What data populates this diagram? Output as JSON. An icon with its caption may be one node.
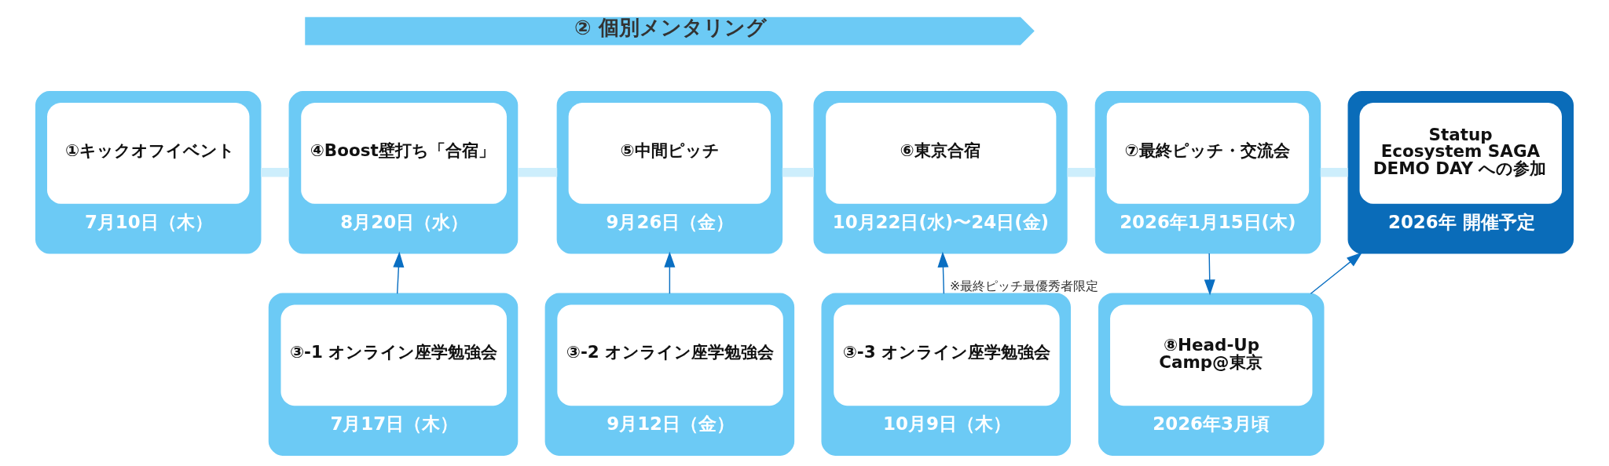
{
  "diagram": {
    "nodes": [
      {
        "text": [
          "② 個別メンタリング"
        ]
      },
      {
        "text": [
          "①キックオフイベント",
          "7月10日（木）"
        ]
      },
      {
        "text": [
          "④Boost壁打ち「合宿」",
          "8月20日（水）"
        ]
      },
      {
        "text": [
          "⑤中間ピッチ",
          "9月26日（金）"
        ]
      },
      {
        "text": [
          "⑥東京合宿",
          "10月22日(水)〜24日(金)"
        ]
      },
      {
        "text": [
          "⑦最終ピッチ・交流会",
          "2026年1月15日(木)"
        ]
      },
      {
        "text": [
          "Statup Ecosystem SAGA DEMO DAY への参加",
          "2026年 開催予定"
        ]
      },
      {
        "text": [
          "③-1 オンライン座学勉強会",
          "7月17日（木）"
        ]
      },
      {
        "text": [
          "③-2 オンライン座学勉強会",
          "9月12日（金）"
        ]
      },
      {
        "text": [
          "③-3 オンライン座学勉強会",
          "10月9日（木）"
        ]
      },
      {
        "text": [
          "⑧Head-Up Camp@東京",
          "2026年3月頃"
        ],
        "beside": [
          "※最終ピッチ最優秀者限定"
        ]
      }
    ],
    "edges": [
      {
        "from": 1,
        "to": 2,
        "arrow": "none",
        "style": "thick",
        "color": "#cdeefc"
      },
      {
        "from": 2,
        "to": 3,
        "arrow": "none",
        "style": "thick",
        "color": "#cdeefc"
      },
      {
        "from": 3,
        "to": 4,
        "arrow": "none",
        "style": "thick",
        "color": "#cdeefc"
      },
      {
        "from": 4,
        "to": 5,
        "arrow": "none",
        "style": "thick",
        "color": "#cdeefc"
      },
      {
        "from": 5,
        "to": 6,
        "arrow": "none",
        "style": "thick",
        "color": "#cdeefc"
      },
      {
        "from": 7,
        "to": 2,
        "arrow": "to",
        "color": "#0a6fc2"
      },
      {
        "from": 8,
        "to": 3,
        "arrow": "to",
        "color": "#0a6fc2"
      },
      {
        "from": 9,
        "to": 4,
        "arrow": "to",
        "color": "#0a6fc2"
      },
      {
        "from": 5,
        "to": 10,
        "arrow": "to",
        "color": "#0a6fc2"
      },
      {
        "from": 10,
        "to": 6,
        "arrow": "to",
        "color": "#0a6fc2"
      }
    ]
  }
}
